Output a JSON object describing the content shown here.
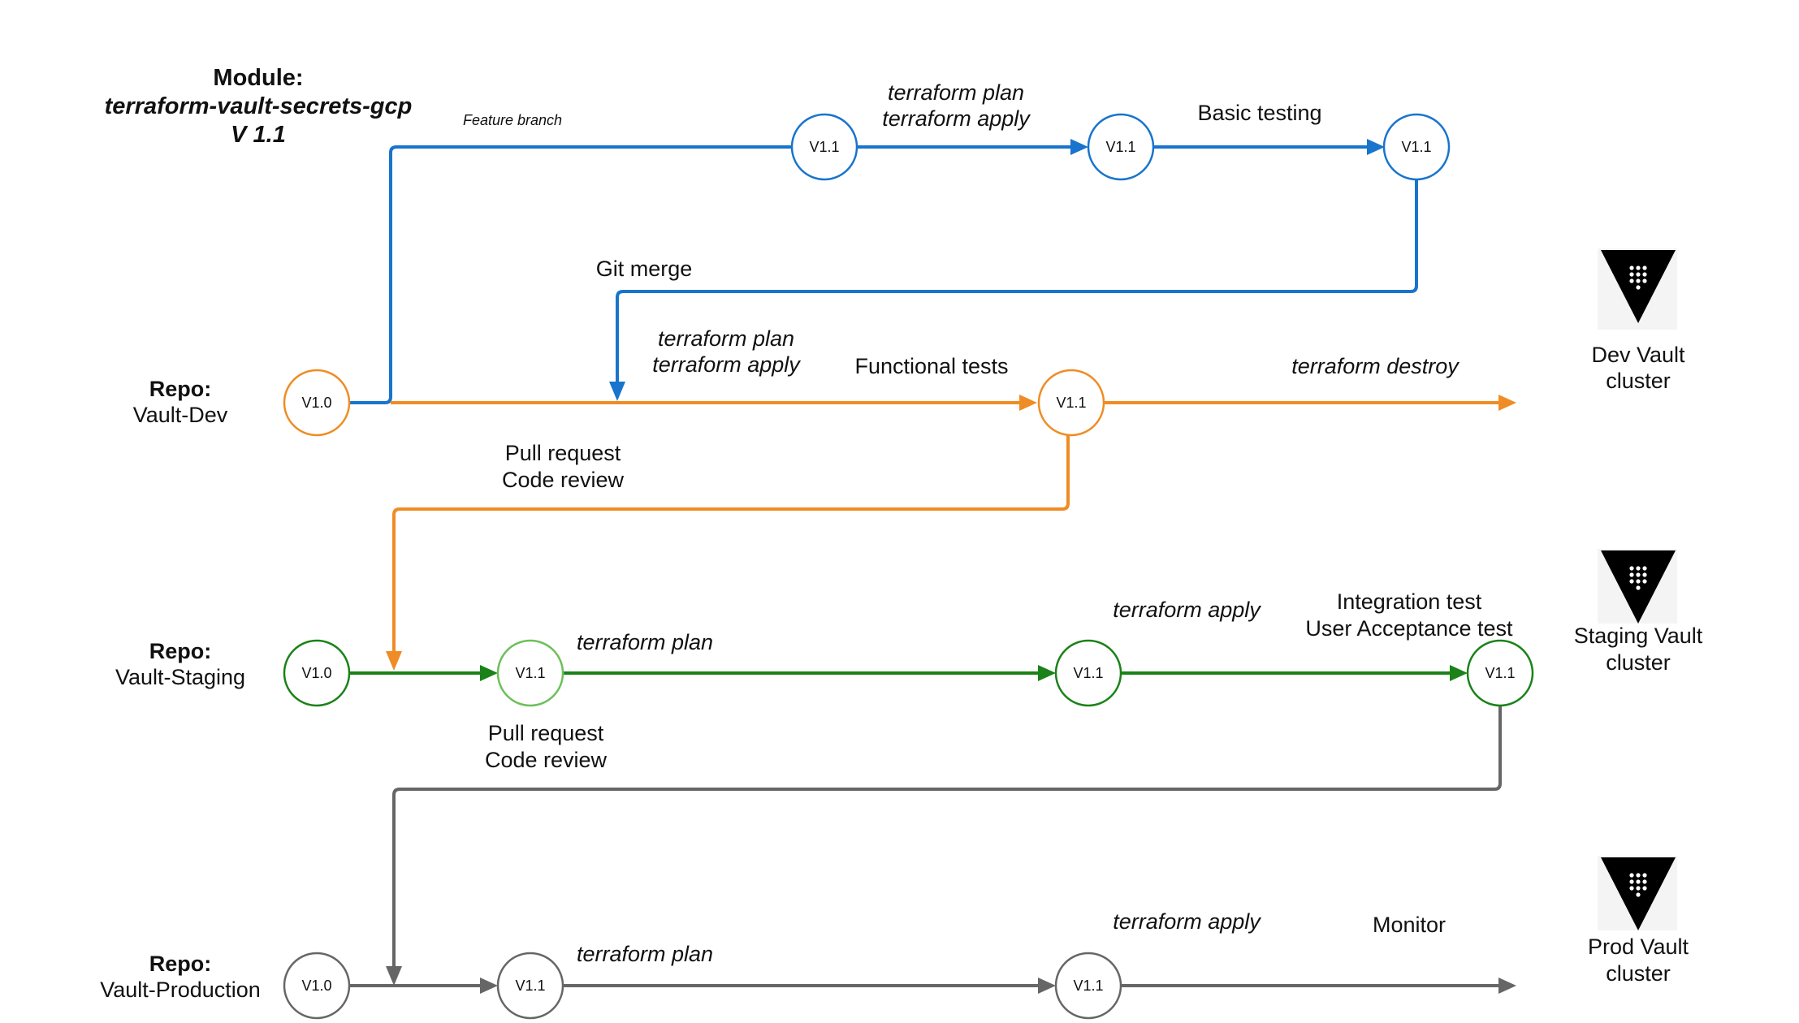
{
  "module": {
    "heading": "Module:",
    "name": "terraform-vault-secrets-gcp",
    "version": "V 1.1"
  },
  "colors": {
    "feature": "#1874cd",
    "dev": "#ef8c25",
    "staging": "#1a8218",
    "staging_light": "#6cbf5a",
    "production": "#666666",
    "vault_icon_bg": "#f4f4f4",
    "vault_icon": "#000000"
  },
  "repos": {
    "dev": {
      "heading": "Repo:",
      "name": "Vault-Dev"
    },
    "staging": {
      "heading": "Repo:",
      "name": "Vault-Staging"
    },
    "production": {
      "heading": "Repo:",
      "name": "Vault-Production"
    }
  },
  "nodes": {
    "feature_1": "V1.1",
    "feature_2": "V1.1",
    "feature_3": "V1.1",
    "dev_start": "V1.0",
    "dev_end": "V1.1",
    "staging_start": "V1.0",
    "staging_2": "V1.1",
    "staging_3": "V1.1",
    "staging_4": "V1.1",
    "prod_start": "V1.0",
    "prod_2": "V1.1",
    "prod_3": "V1.1"
  },
  "labels": {
    "feature_branch": "Feature branch",
    "feature_plan": "terraform plan",
    "feature_apply": "terraform apply",
    "basic_testing": "Basic testing",
    "git_merge": "Git merge",
    "dev_plan": "terraform plan",
    "dev_apply": "terraform apply",
    "functional_tests": "Functional tests",
    "dev_destroy": "terraform destroy",
    "pr_dev_1": "Pull request",
    "pr_dev_2": "Code review",
    "staging_plan": "terraform plan",
    "staging_apply": "terraform apply",
    "integration_test": "Integration test",
    "uat": "User Acceptance test",
    "pr_staging_1": "Pull request",
    "pr_staging_2": "Code review",
    "prod_plan": "terraform plan",
    "prod_apply": "terraform apply",
    "monitor": "Monitor"
  },
  "clusters": {
    "dev": {
      "line1": "Dev Vault",
      "line2": "cluster",
      "icon": "vault-logo-icon"
    },
    "staging": {
      "line1": "Staging Vault",
      "line2": "cluster",
      "icon": "vault-logo-icon"
    },
    "production": {
      "line1": "Prod Vault",
      "line2": "cluster",
      "icon": "vault-logo-icon"
    }
  }
}
